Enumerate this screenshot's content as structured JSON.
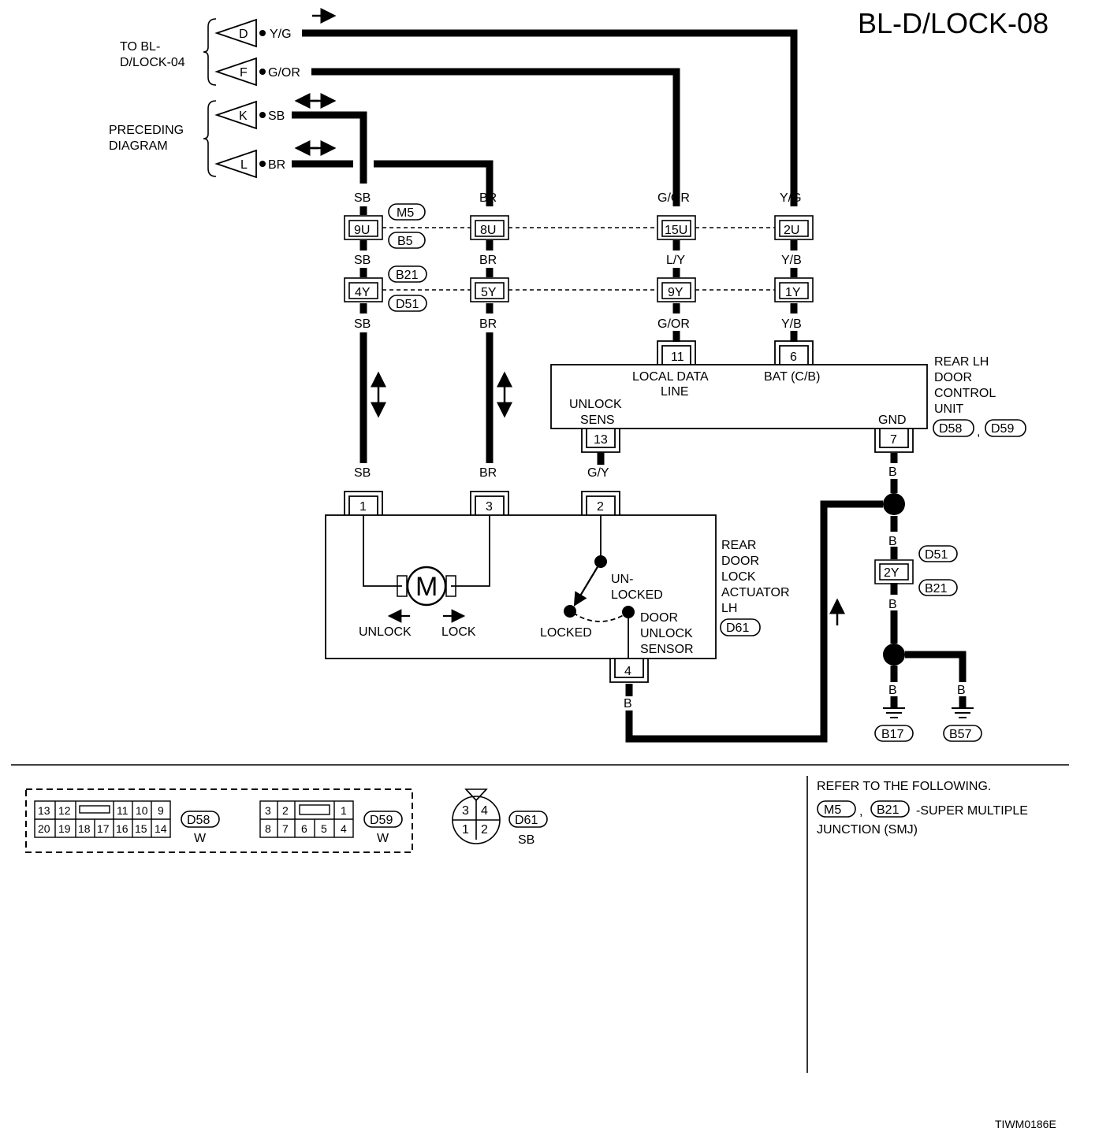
{
  "title": "BL-D/LOCK-08",
  "footer_code": "TIWM0186E",
  "groups": {
    "to_bl": [
      "TO BL-",
      "D/LOCK-04"
    ],
    "preceding": [
      "PRECEDING",
      "DIAGRAM"
    ]
  },
  "connectors_left": [
    {
      "letter": "D",
      "wire": "Y/G"
    },
    {
      "letter": "F",
      "wire": "G/OR"
    },
    {
      "letter": "K",
      "wire": "SB"
    },
    {
      "letter": "L",
      "wire": "BR"
    }
  ],
  "wires_top": [
    "SB",
    "BR",
    "G/OR",
    "Y/G"
  ],
  "smj1": {
    "pins": [
      "9U",
      "8U",
      "15U",
      "2U"
    ],
    "ids": [
      "M5",
      "B5"
    ]
  },
  "wires_mid": [
    "SB",
    "BR",
    "L/Y",
    "Y/B"
  ],
  "smj2": {
    "pins": [
      "4Y",
      "5Y",
      "9Y",
      "1Y"
    ],
    "ids": [
      "B21",
      "D51"
    ]
  },
  "wires_low": [
    "SB",
    "BR",
    "G/OR",
    "Y/B"
  ],
  "control_unit": {
    "name": [
      "REAR LH",
      "DOOR",
      "CONTROL",
      "UNIT"
    ],
    "ids": [
      "D58",
      "D59"
    ],
    "comma": ",",
    "pin11": "11",
    "pin11_label": [
      "LOCAL DATA",
      "LINE"
    ],
    "pin6": "6",
    "pin6_label": "BAT (C/B)",
    "pin13": "13",
    "pin13_label": [
      "UNLOCK",
      "SENS"
    ],
    "pin7": "7",
    "pin7_label": "GND"
  },
  "actuator": {
    "name": [
      "REAR",
      "DOOR",
      "LOCK",
      "ACTUATOR",
      "LH"
    ],
    "id": "D61",
    "pins": [
      "1",
      "3",
      "2",
      "4"
    ],
    "wires_in": [
      "SB",
      "BR",
      "G/Y"
    ],
    "motor": "M",
    "unlock": "UNLOCK",
    "lock": "LOCK",
    "unlocked": [
      "UN-",
      "LOCKED"
    ],
    "locked": "LOCKED",
    "sensor": [
      "DOOR",
      "UNLOCK",
      "SENSOR"
    ],
    "pin4_wire": "B"
  },
  "ground": {
    "wire": "B",
    "conn": "2Y",
    "conn_ids": [
      "D51",
      "B21"
    ],
    "grounds": [
      "B17",
      "B57"
    ]
  },
  "connector_views": {
    "d58": {
      "top": [
        "13",
        "12",
        "11",
        "10",
        "9"
      ],
      "bottom": [
        "20",
        "19",
        "18",
        "17",
        "16",
        "15",
        "14"
      ],
      "id": "D58",
      "color": "W"
    },
    "d59": {
      "top": [
        "3",
        "2",
        "1"
      ],
      "bottom": [
        "8",
        "7",
        "6",
        "5",
        "4"
      ],
      "id": "D59",
      "color": "W"
    },
    "d61": {
      "top": [
        "3",
        "4"
      ],
      "bottom": [
        "1",
        "2"
      ],
      "id": "D61",
      "color": "SB"
    }
  },
  "refer": {
    "heading": "REFER TO THE FOLLOWING.",
    "ids": [
      "M5",
      "B21"
    ],
    "comma": ",",
    "text1": "-SUPER MULTIPLE",
    "text2": "JUNCTION (SMJ)"
  }
}
